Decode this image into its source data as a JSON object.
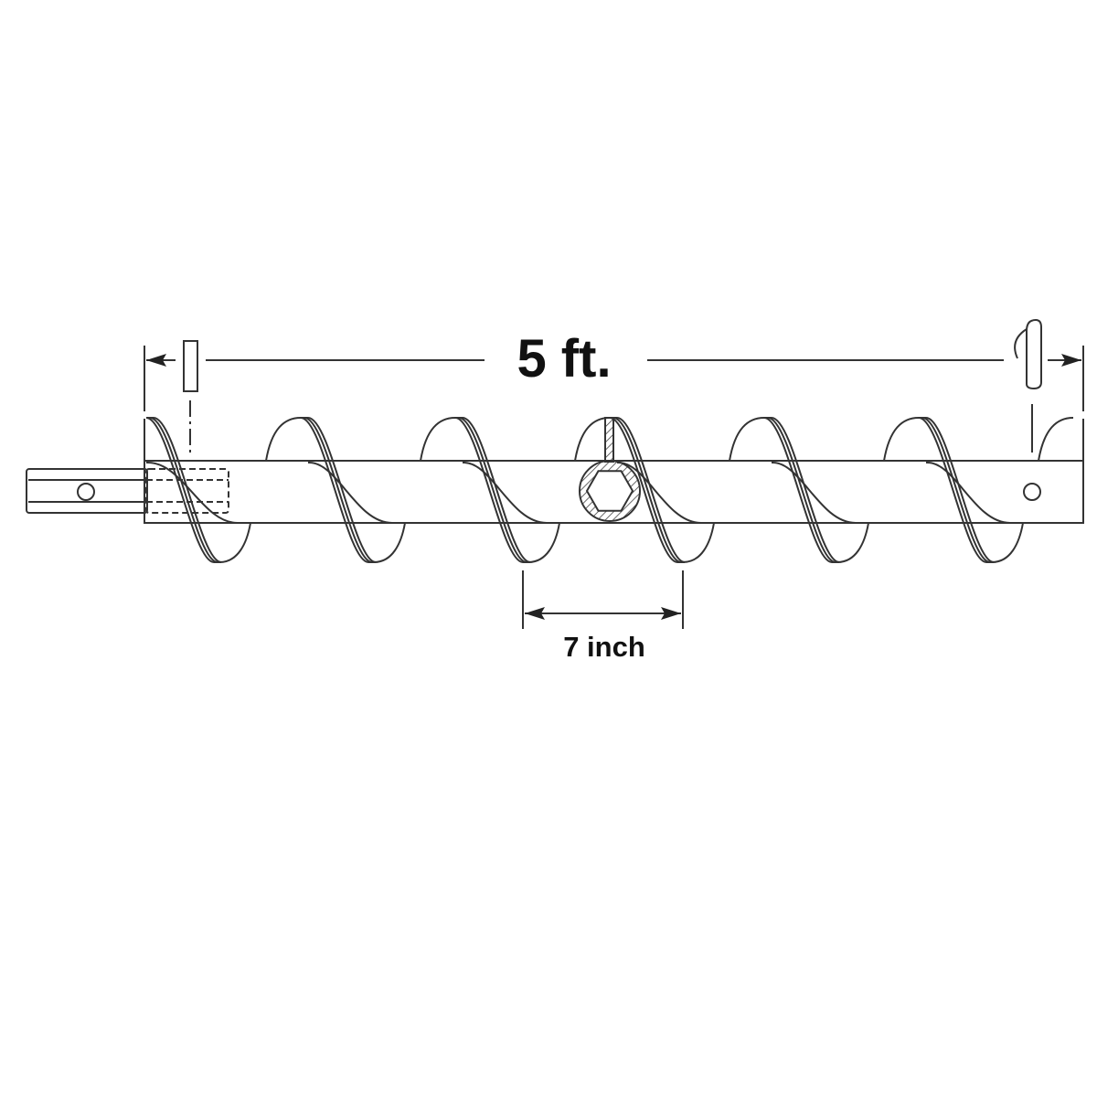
{
  "diagram": {
    "overall_length_label": "5 ft.",
    "pitch_label": "7 inch",
    "line_color": "#333333",
    "parts": [
      "auger-shaft",
      "auger-tube",
      "auger-flighting",
      "hex-bore-cross-section",
      "shear-pin",
      "hitch-pin"
    ]
  }
}
